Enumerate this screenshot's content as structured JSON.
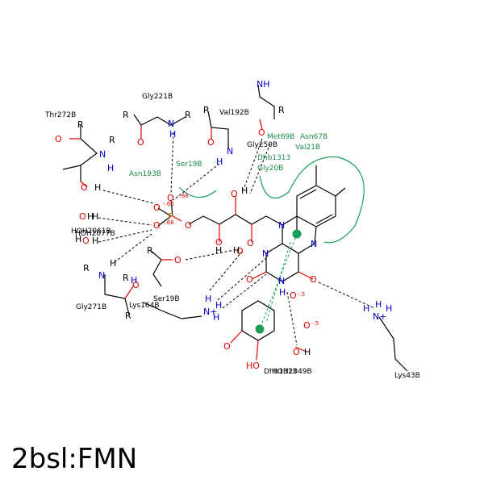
{
  "title": "2bsl:FMN",
  "residues": {
    "thr272b": "Thr272B",
    "gly221b": "Gly221B",
    "val192b": "Val192B",
    "gly250b": "Gly250B",
    "ser19b_top": "Ser19B",
    "asn193b": "Asn193B",
    "met69b": "Met69B",
    "asn67b": "Asn67B",
    "val21b": "Val21B",
    "dhb1313": "Dhb1313",
    "gly20b": "Gly20B",
    "hoh2061b": "HOH2061B",
    "hoh2077b": "HOH2077B",
    "gly271b": "Gly271B",
    "lys164b": "Lys164B",
    "ser19b_bottom": "Ser19B",
    "dhb1313_b": "Dhb1313",
    "hoh_b": "HOH2049B",
    "lys43b": "Lys43B"
  },
  "charges": {
    "o1": "-.66",
    "o2": "-.66",
    "o3": "-.66",
    "q1": "-.5",
    "q2": "-.5"
  },
  "atoms": {
    "N": "N",
    "O": "O",
    "P": "P",
    "R": "R",
    "H": "H",
    "Nplus": "N+",
    "NH": "NH",
    "OH": "OH",
    "HO": "HO"
  },
  "colors": {
    "oxygen": "#e00000",
    "nitrogen": "#0000cc",
    "phosphorus": "#d07000",
    "hydrophobic": "#1a8a4a",
    "pi_center": "#1a9e5a"
  }
}
